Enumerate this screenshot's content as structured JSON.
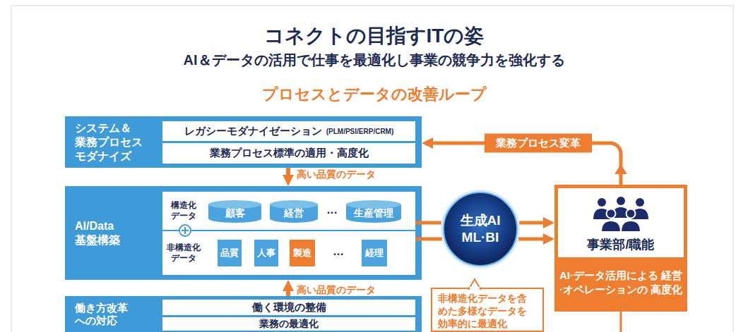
{
  "diagram": {
    "title": "コネクトの目指すITの姿",
    "nodes": [
      {
        "text": [
          "システム＆ 業務プロセス モダナイズ"
        ]
      },
      {
        "text": [
          "レガシーモダナイゼーション",
          "(PLM/PSI/ERP/CRM)"
        ],
        "in": 0
      },
      {
        "text": [
          "業務プロセス標準の適用・高度化"
        ],
        "in": 0
      },
      {
        "text": [
          "AI/Data 基盤構築"
        ]
      },
      {
        "text": [
          "構造化 データ"
        ],
        "in": 3
      },
      {
        "text": [
          "顧客"
        ],
        "in": 4
      },
      {
        "text": [
          "経営"
        ],
        "in": 4
      },
      {
        "text": [
          "生産管理"
        ],
        "in": 4
      },
      {
        "text": [
          "非構造化 データ"
        ],
        "in": 3
      },
      {
        "text": [
          "品質"
        ],
        "in": 8
      },
      {
        "text": [
          "人事"
        ],
        "in": 8
      },
      {
        "text": [
          "製造"
        ],
        "in": 8
      },
      {
        "text": [
          "経理"
        ],
        "in": 8
      },
      {
        "text": [
          "働き方改革 への対応"
        ]
      },
      {
        "text": [
          "働く環境の整備"
        ],
        "in": 13
      },
      {
        "text": [
          "業務の最適化"
        ],
        "in": 13
      },
      {
        "text": [
          "生成AI ML·BI"
        ]
      },
      {
        "text": [
          "非構造化データを含 めた多様なデータを 効率的に最適化"
        ]
      },
      {
        "text": [
          "事業部/職能"
        ]
      },
      {
        "text": [
          "AI·データ活用による 経営·オペレーションの 高度化"
        ],
        "in": 18
      }
    ],
    "edges": [
      {
        "from": 0,
        "to": 3,
        "arrow": "to",
        "label": "高い品質のデータ"
      },
      {
        "from": 13,
        "to": 3,
        "arrow": "to",
        "label": "高い品質のデータ"
      },
      {
        "from": 4,
        "to": 16,
        "arrow": "none"
      },
      {
        "from": 8,
        "to": 16,
        "arrow": "none"
      },
      {
        "from": 16,
        "to": 18,
        "arrow": "to"
      },
      {
        "from": 16,
        "to": 18,
        "arrow": "to"
      },
      {
        "from": 18,
        "to": 0,
        "arrow": "to",
        "label": "業務プロセス変革"
      }
    ],
    "labels": [
      "AI＆データの活用で仕事を最適化し事業の競争力を強化する",
      "プロセスとデータの改善ループ",
      "…",
      "…"
    ]
  }
}
